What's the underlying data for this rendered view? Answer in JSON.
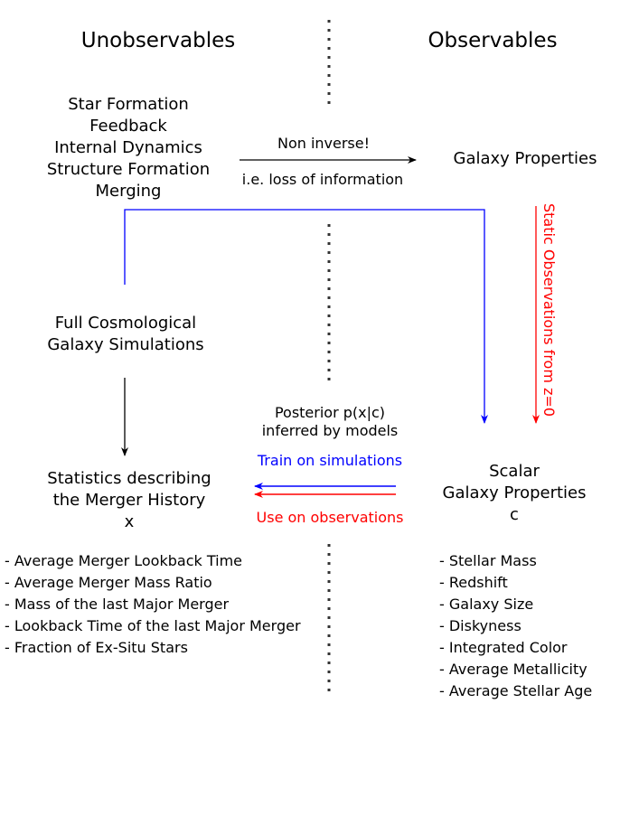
{
  "headers": {
    "left": "Unobservables",
    "right": "Observables"
  },
  "processes": [
    "Star Formation",
    "Feedback",
    "Internal Dynamics",
    "Structure Formation",
    "Merging"
  ],
  "arrow_top": {
    "above": "Non inverse!",
    "below": "i.e. loss of information"
  },
  "galaxy_properties": "Galaxy Properties",
  "static_obs": "Static Observations from z=0",
  "simulations": [
    "Full Cosmological",
    "Galaxy Simulations"
  ],
  "posterior": [
    "Posterior p(x|c)",
    "inferred by models"
  ],
  "train": "Train on simulations",
  "use": "Use on observations",
  "statistics": [
    "Statistics describing",
    "the Merger History",
    "x"
  ],
  "scalar": [
    "Scalar",
    "Galaxy Properties",
    "c"
  ],
  "merger_stats": [
    "- Average Merger Lookback Time",
    "- Average Merger Mass Ratio",
    "- Mass of the last Major Merger",
    "- Lookback Time of the last Major Merger",
    "- Fraction of Ex-Situ Stars"
  ],
  "observables_list": [
    "- Stellar Mass",
    "- Redshift",
    "- Galaxy Size",
    "- Diskyness",
    "- Integrated Color",
    "- Average Metallicity",
    "- Average Stellar Age"
  ],
  "colors": {
    "train": "#0000ff",
    "use": "#ff0000",
    "black": "#000000"
  }
}
